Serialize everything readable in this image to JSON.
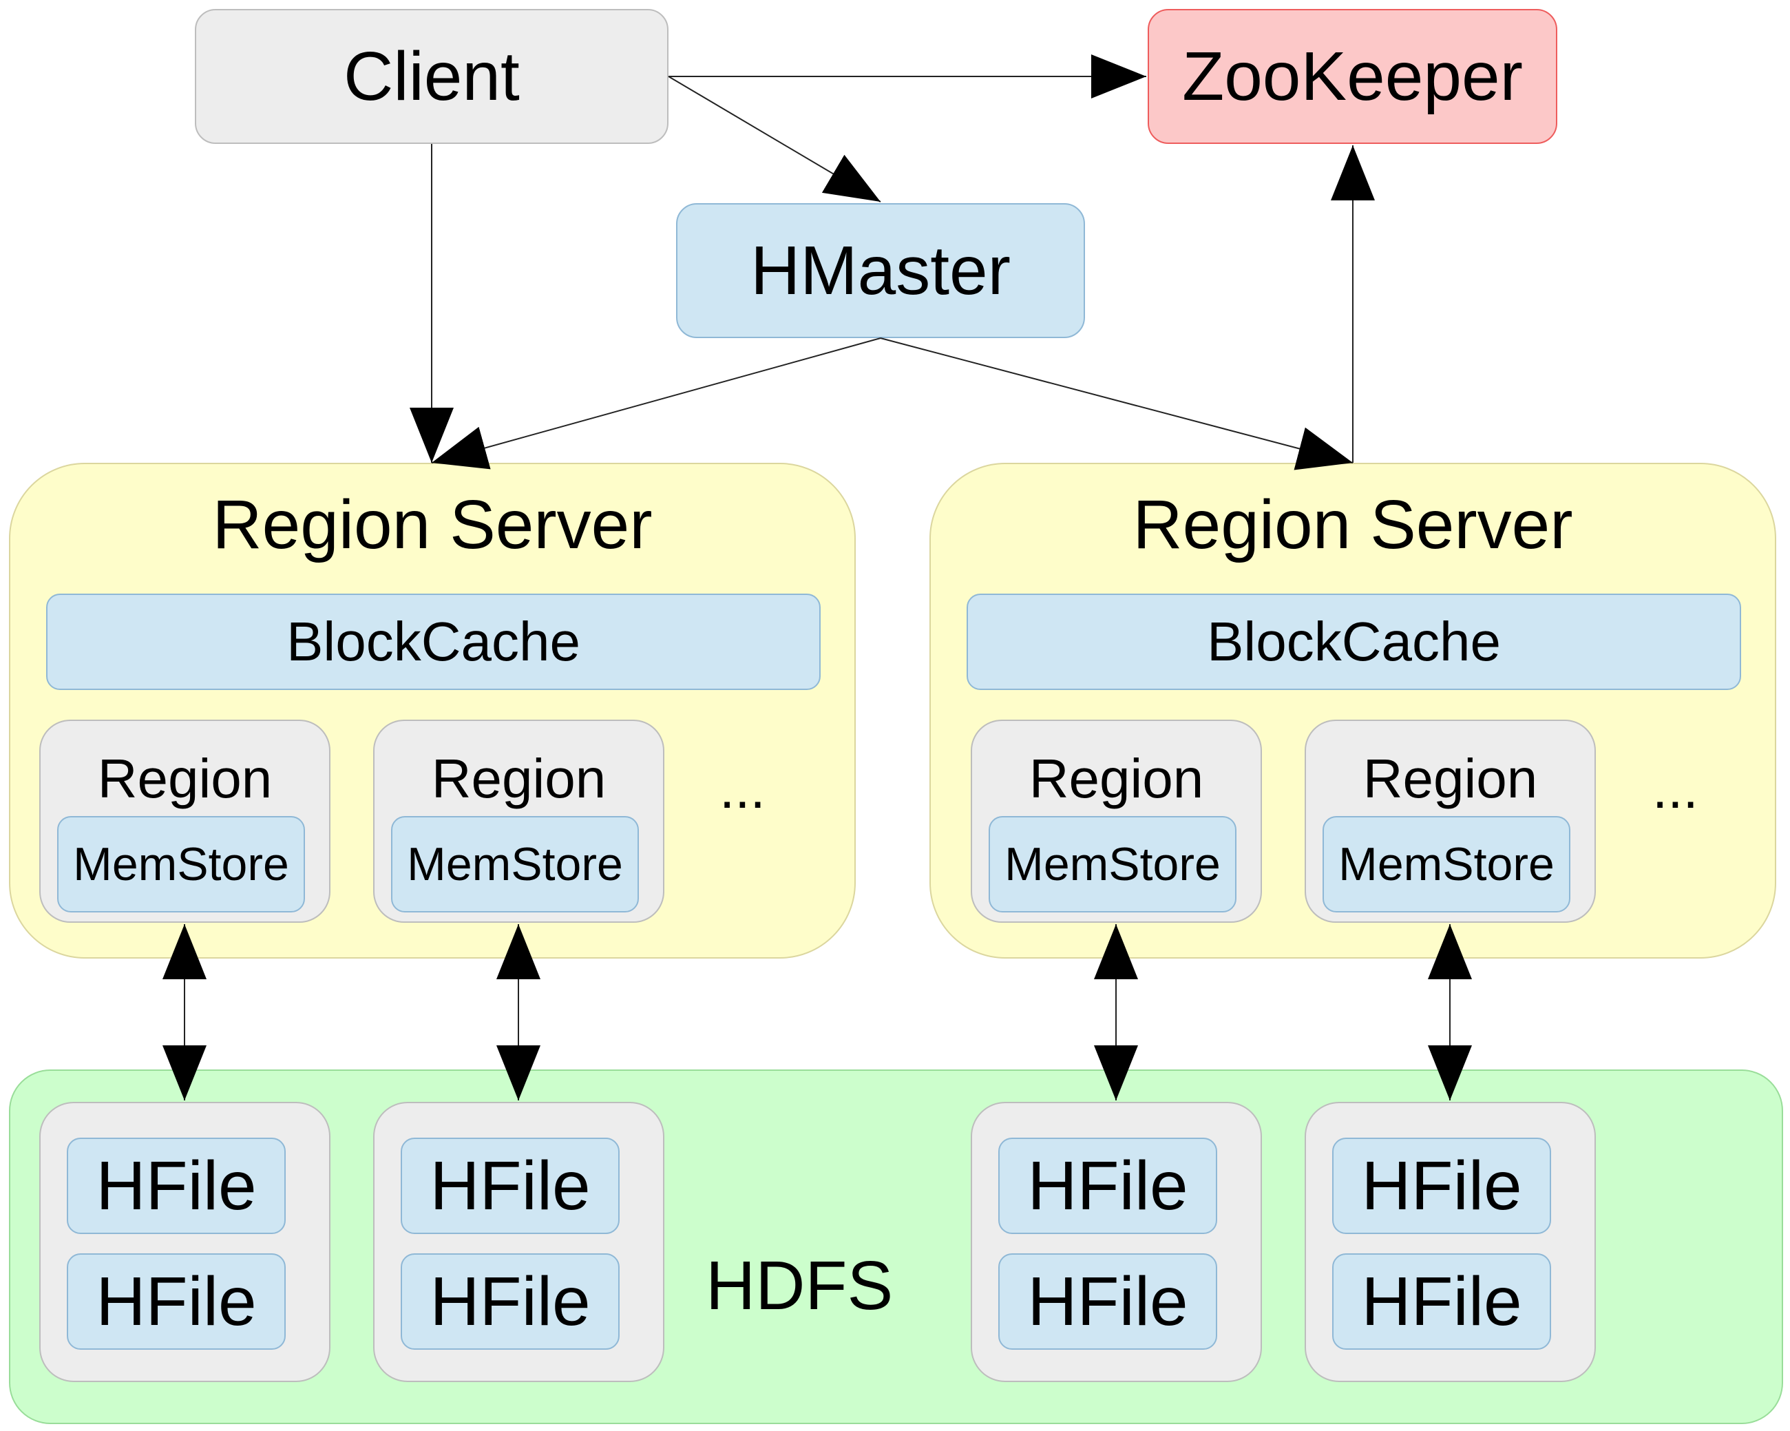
{
  "nodes": {
    "client": "Client",
    "zookeeper": "ZooKeeper",
    "hmaster": "HMaster",
    "hdfs": "HDFS"
  },
  "region_servers": [
    {
      "title": "Region Server",
      "block_cache": "BlockCache",
      "regions": [
        {
          "label": "Region",
          "memstore": "MemStore"
        },
        {
          "label": "Region",
          "memstore": "MemStore"
        }
      ],
      "ellipsis": "..."
    },
    {
      "title": "Region Server",
      "block_cache": "BlockCache",
      "regions": [
        {
          "label": "Region",
          "memstore": "MemStore"
        },
        {
          "label": "Region",
          "memstore": "MemStore"
        }
      ],
      "ellipsis": "..."
    }
  ],
  "hfile_groups": [
    {
      "files": [
        "HFile",
        "HFile"
      ]
    },
    {
      "files": [
        "HFile",
        "HFile"
      ]
    },
    {
      "files": [
        "HFile",
        "HFile"
      ]
    },
    {
      "files": [
        "HFile",
        "HFile"
      ]
    }
  ],
  "colors": {
    "client": "#ededed",
    "zookeeper": "#fcc8c8",
    "hmaster": "#cfe6f3",
    "region_server": "#fefdca",
    "hdfs": "#ccfecc",
    "region": "#ededed",
    "store": "#cfe6f3"
  }
}
